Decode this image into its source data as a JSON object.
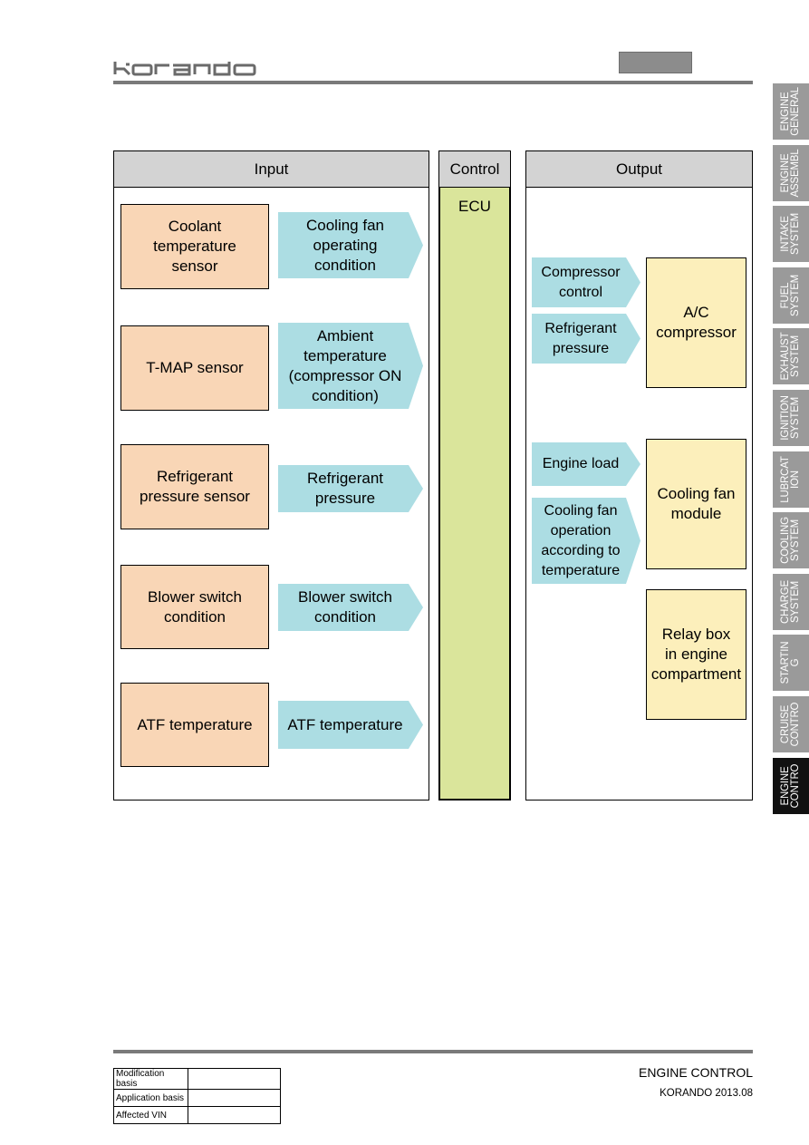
{
  "header": {
    "brand": "korando"
  },
  "side_tabs": [
    "ENGINE\nGENERAL",
    "ENGINE\nASSEMBL",
    "INTAKE\nSYSTEM",
    "FUEL\nSYSTEM",
    "EXHAUST\nSYSTEM",
    "IGNITION\nSYSTEM",
    "LUBRCAT\nION",
    "COOLING\nSYSTEM",
    "CHARGE\nSYSTEM",
    "STARTIN\nG",
    "CRUISE\nCONTRO",
    "ENGINE\nCONTRO"
  ],
  "diagram": {
    "input_header": "Input",
    "control_header": "Control",
    "output_header": "Output",
    "ecu_label": "ECU",
    "inputs": [
      {
        "sensor": "Coolant\ntemperature\nsensor",
        "signal": "Cooling fan\noperating\ncondition"
      },
      {
        "sensor": "T-MAP sensor",
        "signal": "Ambient\ntemperature\n(compressor ON\ncondition)"
      },
      {
        "sensor": "Refrigerant\npressure sensor",
        "signal": "Refrigerant\npressure"
      },
      {
        "sensor": "Blower switch\ncondition",
        "signal": "Blower switch\ncondition"
      },
      {
        "sensor": "ATF temperature",
        "signal": "ATF temperature"
      }
    ],
    "output_signals": [
      "Compressor\ncontrol",
      "Refrigerant\npressure",
      "Engine load",
      "Cooling fan\noperation\naccording to\ntemperature"
    ],
    "outputs": [
      "A/C\ncompressor",
      "Cooling fan\nmodule",
      "Relay box\nin engine\ncompartment"
    ]
  },
  "footer": {
    "rows": [
      {
        "label": "Modification basis",
        "value": ""
      },
      {
        "label": "Application basis",
        "value": ""
      },
      {
        "label": "Affected VIN",
        "value": ""
      }
    ],
    "section": "ENGINE CONTROL",
    "model": "KORANDO 2013.08"
  },
  "colors": {
    "input_box": "#f9d6b6",
    "signal_arrow": "#acdde3",
    "ecu": "#dae59b",
    "output_box": "#fcefbb",
    "header_fill": "#d3d3d3",
    "active_tab": "#111111",
    "inactive_tab": "#9a9a9a"
  }
}
